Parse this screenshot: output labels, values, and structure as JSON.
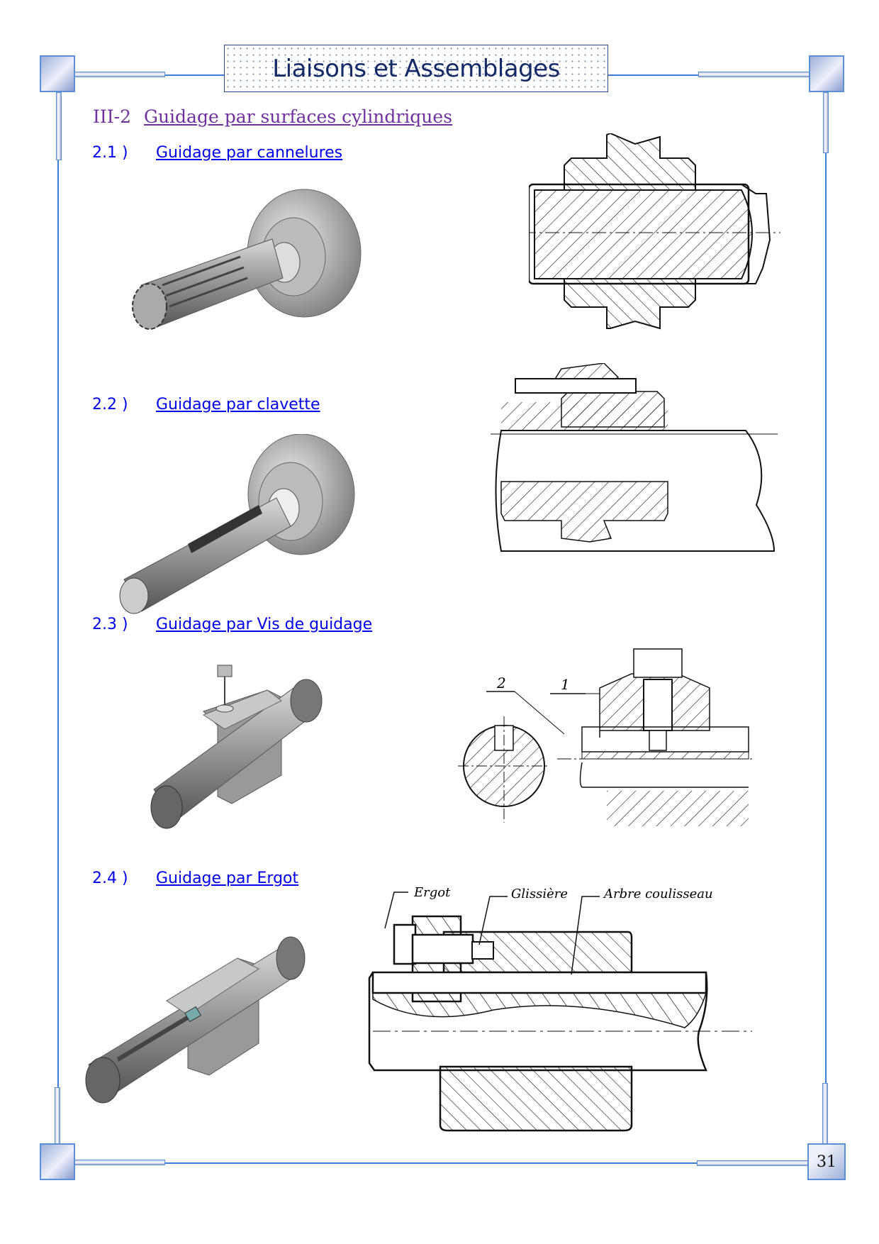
{
  "header": {
    "title": "Liaisons et Assemblages"
  },
  "section": {
    "number": "III-2",
    "title": "Guidage par surfaces cylindriques"
  },
  "subsections": [
    {
      "number": "2.1 )",
      "title": "Guidage par cannelures"
    },
    {
      "number": "2.2 )",
      "title": "Guidage par clavette"
    },
    {
      "number": "2.3 )",
      "title": "Guidage par Vis de guidage"
    },
    {
      "number": "2.4 )",
      "title": "Guidage par Ergot"
    }
  ],
  "figures": {
    "vis": {
      "label_2": "2",
      "label_1": "1"
    },
    "ergot": {
      "label_ergot": "Ergot",
      "label_glissiere": "Glissière",
      "label_arbre": "Arbre coulisseau"
    }
  },
  "footer": {
    "page_number": "31"
  },
  "colors": {
    "frame": "#3b7fd9",
    "title_text": "#152b68",
    "section": "#7030a0",
    "link": "#0000ee"
  }
}
